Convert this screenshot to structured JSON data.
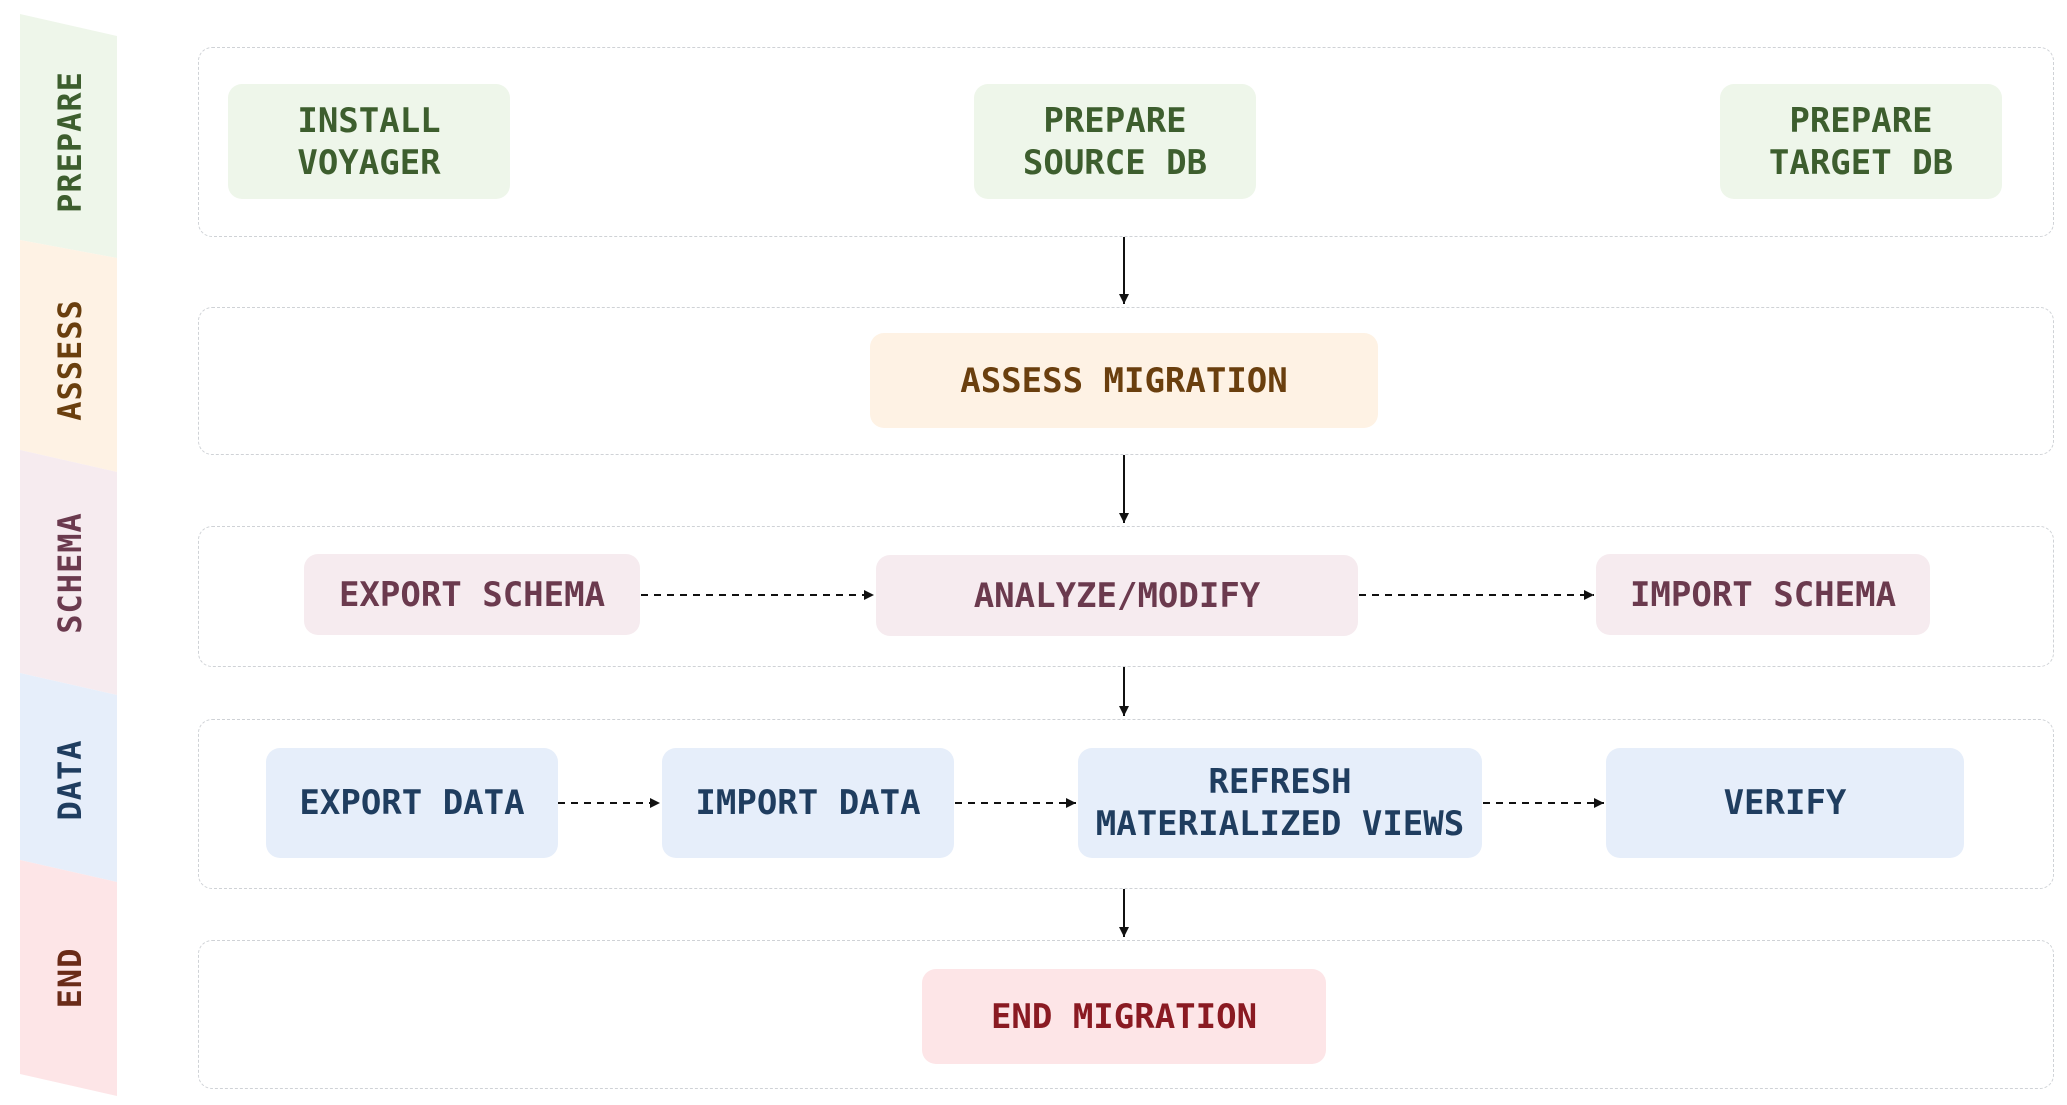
{
  "lanes": [
    {
      "label": "PREPARE",
      "color": "#eef6ea",
      "text_color": "#3d5e2e"
    },
    {
      "label": "ASSESS",
      "color": "#fef2e4",
      "text_color": "#6a3f0e"
    },
    {
      "label": "SCHEMA",
      "color": "#f6ebef",
      "text_color": "#6b3a4e"
    },
    {
      "label": "DATA",
      "color": "#e6eefa",
      "text_color": "#1f3d5f"
    },
    {
      "label": "END",
      "color": "#fde5e7",
      "text_color": "#6a2b18"
    }
  ],
  "nodes": {
    "install_voyager": "INSTALL\nVOYAGER",
    "prepare_source_db": "PREPARE\nSOURCE DB",
    "prepare_target_db": "PREPARE\nTARGET DB",
    "assess_migration": "ASSESS MIGRATION",
    "export_schema": "EXPORT SCHEMA",
    "analyze_modify": "ANALYZE/MODIFY",
    "import_schema": "IMPORT SCHEMA",
    "export_data": "EXPORT DATA",
    "import_data": "IMPORT DATA",
    "refresh_materialized_views": "REFRESH\nMATERIALIZED VIEWS",
    "verify": "VERIFY",
    "end_migration": "END MIGRATION"
  }
}
